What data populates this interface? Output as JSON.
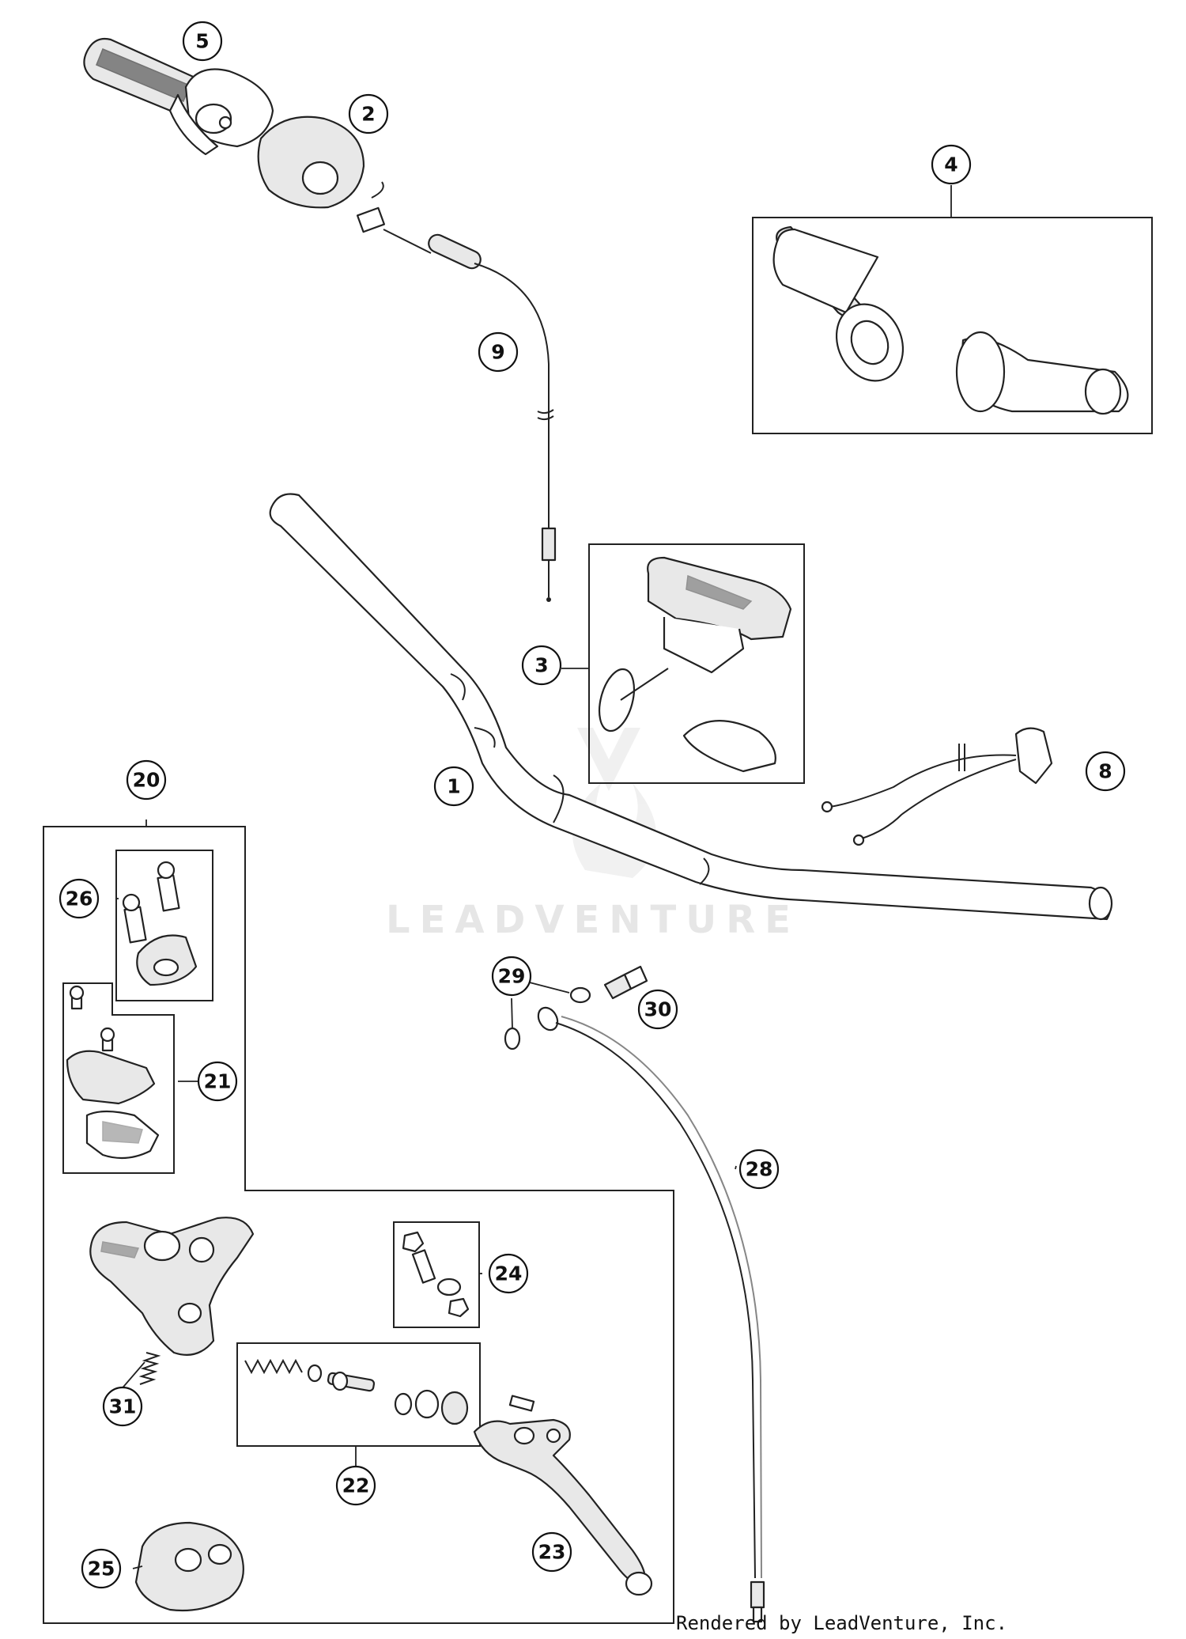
{
  "diagram": {
    "watermark_text": "LEADVENTURE",
    "credit_text": "Rendered by LeadVenture, Inc.",
    "callouts": [
      "1",
      "2",
      "3",
      "4",
      "5",
      "8",
      "9",
      "20",
      "21",
      "22",
      "23",
      "24",
      "25",
      "26",
      "28",
      "29",
      "30",
      "31"
    ]
  }
}
